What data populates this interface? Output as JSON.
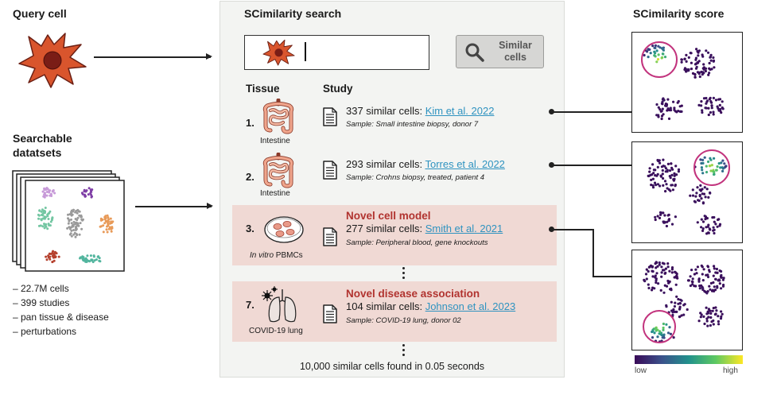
{
  "query": {
    "title": "Query cell"
  },
  "datasets": {
    "title_line1": "Searchable",
    "title_line2": "datatsets",
    "stats": [
      "– 22.7M cells",
      "– 399 studies",
      "– pan tissue & disease",
      "– perturbations"
    ]
  },
  "search": {
    "title": "SCimilarity search",
    "button_line1": "Similar",
    "button_line2": "cells",
    "col_tissue": "Tissue",
    "col_study": "Study",
    "results": [
      {
        "num": "1.",
        "tissue": "Intestine",
        "count_text": "337 similar cells: ",
        "link": "Kim et al. 2022",
        "sample": "Sample: Small intestine biopsy, donor 7"
      },
      {
        "num": "2.",
        "tissue": "Intestine",
        "count_text": "293 similar cells: ",
        "link": "Torres et al. 2022",
        "sample": "Sample: Crohns biopsy, treated, patient 4"
      },
      {
        "num": "3.",
        "tissue_italic": "In vitro",
        "tissue_rest": " PBMCs",
        "heading": "Novel cell model",
        "count_text": "277 similar cells: ",
        "link": "Smith et al. 2021",
        "sample": "Sample: Peripheral blood, gene knockouts"
      },
      {
        "num": "7.",
        "tissue": "COVID-19 lung",
        "heading": "Novel disease association",
        "count_text": "104 similar cells: ",
        "link": "Johnson et al. 2023",
        "sample": "Sample: COVID-19 lung, donor 02"
      }
    ],
    "footer": "10,000 similar cells found in 0.05 seconds"
  },
  "score": {
    "title": "SCimilarity score",
    "low": "low",
    "high": "high"
  },
  "colors": {
    "accent_red": "#b1332f",
    "link_blue": "#2f93c0",
    "highlight": "#f0d9d4",
    "cell_fill": "#d9552d",
    "nucleus": "#7a1d16",
    "circle": "#c2337d"
  },
  "icons": [
    "cell-icon",
    "magnifier-icon",
    "document-icon",
    "intestine-icon",
    "petri-dish-icon",
    "lung-icon",
    "virus-icon"
  ]
}
